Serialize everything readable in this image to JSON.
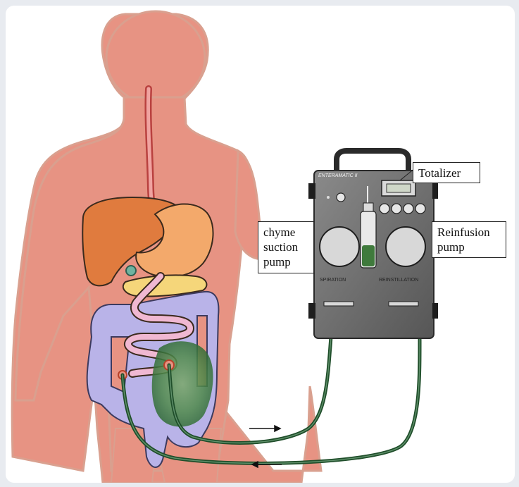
{
  "labels": {
    "totalizer": "Totalizer",
    "chyme_pump": "chyme\nsuction\npump",
    "reinfusion_pump": "Reinfusion\npump"
  },
  "device": {
    "brand": "ENTERAMATIC II",
    "left_caption": "SPIRATION",
    "right_caption": "REINSTILLATION"
  },
  "colors": {
    "skin": "#e79383",
    "skin_outline": "#d9a08f",
    "liver": "#e07b3e",
    "stomach": "#f3a96b",
    "pancreas": "#f5d67a",
    "colon": "#b9b3e8",
    "small_intestine": "#f0b8d2",
    "chyme": "#4f8a4a",
    "tube": "#1f4e2a",
    "device_body": "#6d6d6d",
    "pump_disk": "#d8d8d8"
  }
}
